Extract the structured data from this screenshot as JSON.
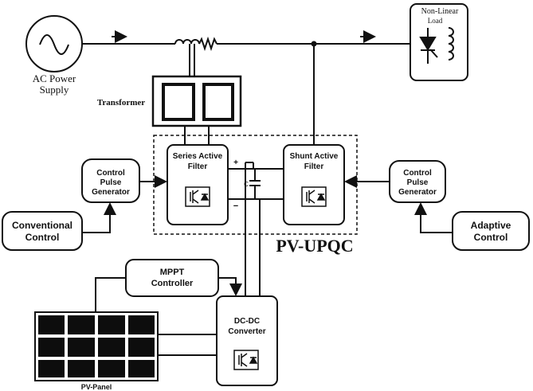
{
  "labels": {
    "ac_source_line1": "AC Power",
    "ac_source_line2": "Supply",
    "transformer": "Transformer",
    "load_line1": "Non-Linear",
    "load_line2": "Load",
    "series_filter_line1": "Series Active",
    "series_filter_line2": "Filter",
    "shunt_filter_line1": "Shunt Active",
    "shunt_filter_line2": "Filter",
    "cpg_left_line1": "Control",
    "cpg_left_line2": "Pulse",
    "cpg_left_line3": "Generator",
    "cpg_right_line1": "Control",
    "cpg_right_line2": "Pulse",
    "cpg_right_line3": "Generator",
    "conventional_line1": "Conventional",
    "conventional_line2": "Control",
    "adaptive_line1": "Adaptive",
    "adaptive_line2": "Control",
    "upqc_title": "PV-UPQC",
    "mppt_line1": "MPPT",
    "mppt_line2": "Controller",
    "dcdc_line1": "DC-DC",
    "dcdc_line2": "Converter",
    "pv_panel": "PV-Panel",
    "plus": "+",
    "minus": "−",
    "capacitor": "C"
  },
  "colors": {
    "stroke": "#111111",
    "panel_cell": "#0d0d0d",
    "background": "#ffffff"
  }
}
